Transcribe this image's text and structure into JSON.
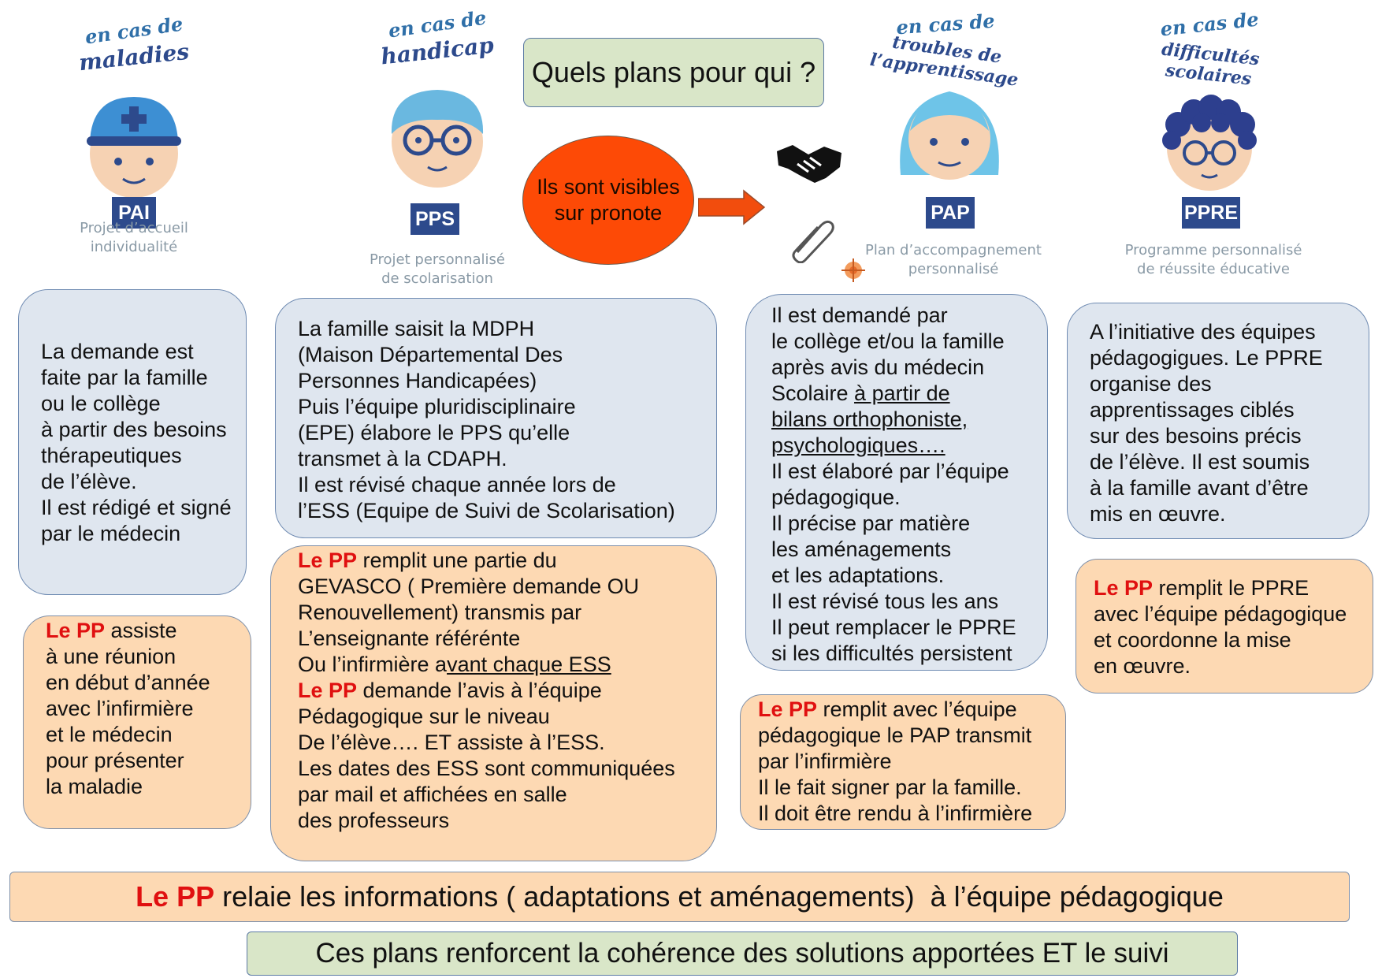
{
  "title": "Quels plans pour qui ?",
  "pronote_note": "Ils sont visibles\nsur pronote",
  "columns": [
    {
      "heading_line1": "en cas de",
      "heading_line2": "maladies",
      "badge": "PAI",
      "caption": "Projet d’accueil\nindividualité",
      "description": "La demande est\nfaite par la famille\nou le collège\nà partir des besoins\nthérapeutiques\nde l’élève.\nIl est rédigé et signé\npar le médecin"
    },
    {
      "heading_line1": "en cas de",
      "heading_line2": "handicap",
      "badge": "PPS",
      "caption": "Projet personnalisé\nde scolarisation",
      "description": "La famille saisit la MDPH\n(Maison Départemental Des\nPersonnes Handicapées)\nPuis l’équipe pluridisciplinaire\n(EPE) élabore le PPS qu’elle\ntransmet à la CDAPH.\nIl est révisé chaque année lors de\n l’ESS (Equipe de Suivi de Scolarisation)"
    },
    {
      "heading_line1": "en cas de",
      "heading_line2": "troubles de l’apprentissage",
      "badge": "PAP",
      "caption": "Plan d’accompagnement\npersonnalisé",
      "description_part1": "Il est demandé par\nle collège et/ou la famille\naprès avis du médecin\nScolaire ",
      "description_underlined": "à partir de \nbilans orthophoniste,\npsychologiques….",
      "description_part2": "\nIl est élaboré par l’équipe\npédagogique.\nIl précise par matière\nles aménagements\net les adaptations.\nIl est révisé tous les ans\nIl peut remplacer le PPRE\nsi les difficultés persistent"
    },
    {
      "heading_line1": "en cas de",
      "heading_line2": "difficultés scolaires",
      "badge": "PPRE",
      "caption": "Programme personnalisé\nde réussite éducative",
      "description": "A l’initiative des équipes\npédagogigues. Le PPRE\norganise des\napprentissages ciblés\nsur des besoins précis\nde l’élève. Il est soumis\nà la famille avant d’être\nmis en œuvre."
    }
  ],
  "pp_label": "Le PP",
  "pp_boxes": {
    "pai": " assiste\nà une réunion\nen début d’année\navec l’infirmière\net le médecin\npour présenter\nla maladie",
    "pps_part1": " remplit une partie du\nGEVASCO ( Première demande OU\nRenouvellement) transmis par\nL’enseignante référénte\nOu l’infirmière  a",
    "pps_underlined": "vant chaque ESS",
    "pps_part2": "\n",
    "pps_part3": " demande l’avis à l’équipe\nPédagogique sur le niveau\nDe l’élève…. ET assiste à l’ESS.\nLes dates des ESS sont communiquées\npar mail et affichées en salle\n des professeurs",
    "pap": " remplit avec l’équipe\npédagogique le PAP transmit\npar  l’infirmière\nIl le fait signer par la famille.\nIl doit être rendu à l’infirmière",
    "ppre": " remplit le PPRE\navec l’équipe pédagogique\net coordonne la mise\nen œuvre."
  },
  "bottom_banner": " relaie les informations ( adaptations et aménagements)  à l’équipe pédagogique",
  "footer": "Ces plans renforcent la cohérence des solutions apportées ET le suivi",
  "icons": [
    "handshake-icon",
    "paperclip-icon",
    "target-icon",
    "arrow-right-icon"
  ],
  "colors": {
    "pronote_oval": "#fd4a06",
    "pp_red": "#e01010",
    "badge_blue": "#2d4a8c",
    "blue_box": "#dfe6ef",
    "orange_box": "#fdd9b3",
    "green_box": "#d9e6c8"
  }
}
